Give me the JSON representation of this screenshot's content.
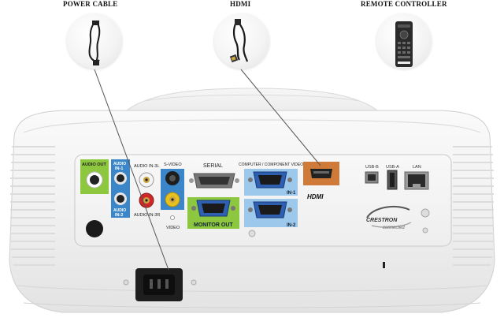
{
  "accessories": [
    {
      "key": "power",
      "label": "POWER CABLE",
      "icon": "power-cable-icon"
    },
    {
      "key": "hdmi",
      "label": "HDMI",
      "icon": "hdmi-cable-icon"
    },
    {
      "key": "remote",
      "label": "REMOTE CONTROLLER",
      "icon": "remote-controller-icon"
    }
  ],
  "panel": {
    "audio_out": "AUDIO OUT",
    "audio_in1_a": "AUDIO",
    "audio_in1_b": "IN-1",
    "audio_in2_a": "AUDIO",
    "audio_in2_b": "IN-2",
    "audio_in3l": "AUDIO IN-3L",
    "audio_in3r": "AUDIO IN-3R",
    "s_video": "S-VIDEO",
    "video": "VIDEO",
    "serial": "SERIAL",
    "monitor_out": "MONITOR OUT",
    "computer_component": "COMPUTER / COMPONENT VIDEO",
    "in1": "IN-1",
    "in2": "IN-2",
    "hdmi": "HDMI",
    "usb_b": "USB-B",
    "usb_a": "USB-A",
    "lan": "LAN",
    "crestron": "CRESTRON",
    "connected": "connected"
  },
  "colors": {
    "body": "#f2f2f2",
    "audio_green": "#8dc63f",
    "audio_blue": "#3a86c8",
    "vga_blue": "#2f5fb0",
    "rca_red": "#d02828",
    "rca_white": "#f4f4f4",
    "rca_yellow": "#e8c020"
  }
}
